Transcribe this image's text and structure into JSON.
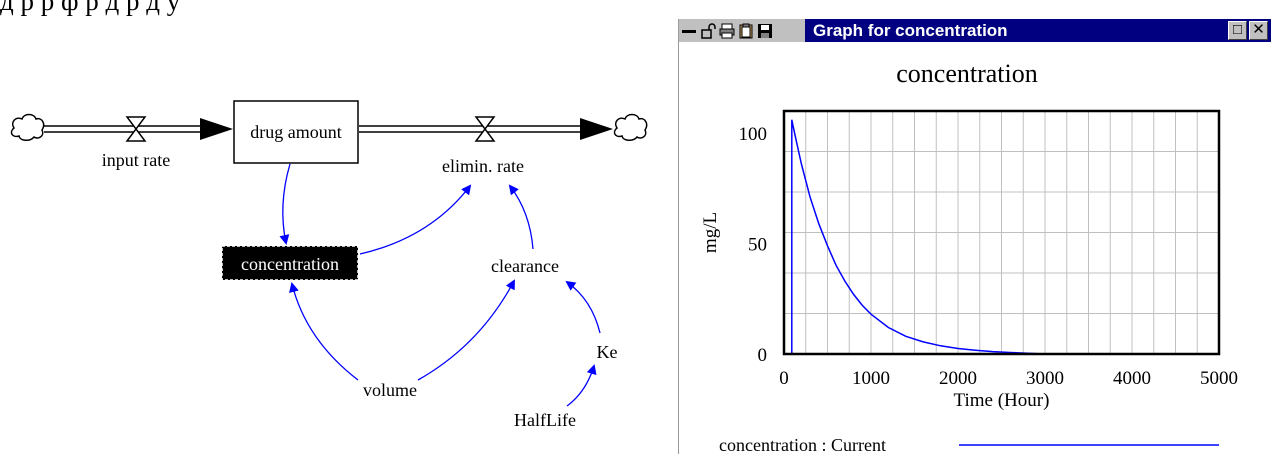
{
  "top_text": "д        р   р ф р                 д                р      д      у",
  "diagram": {
    "stock": {
      "label": "drug amount"
    },
    "flows": [
      {
        "label": "input rate"
      },
      {
        "label": "elimin. rate"
      }
    ],
    "auxiliaries": {
      "concentration": "concentration",
      "clearance": "clearance",
      "volume": "volume",
      "ke": "Ke",
      "halflife": "HalfLife"
    },
    "colors": {
      "link": "#0000ff",
      "highlight_bg": "#000000",
      "highlight_text": "#ffffff"
    }
  },
  "graph_window": {
    "title": "Graph for concentration",
    "toolbar_icons": [
      "minimize-dash-icon",
      "lock-icon",
      "print-icon",
      "clipboard-icon",
      "save-icon"
    ],
    "buttons": {
      "maximize": "□",
      "close": "✕"
    },
    "colors": {
      "title_bg": "#000080",
      "series": "#0000ff"
    }
  },
  "chart_data": {
    "type": "line",
    "title": "concentration",
    "xlabel": "Time (Hour)",
    "ylabel": "mg/L",
    "xlim": [
      0,
      5000
    ],
    "ylim": [
      0,
      110
    ],
    "xticks": [
      0,
      1000,
      2000,
      3000,
      4000,
      5000
    ],
    "yticks": [
      0,
      50,
      100
    ],
    "grid": true,
    "legend_position": "bottom",
    "series": [
      {
        "name": "concentration : Current",
        "x": [
          0,
          90,
          90,
          100,
          150,
          200,
          300,
          400,
          500,
          600,
          700,
          800,
          900,
          1000,
          1200,
          1400,
          1600,
          1800,
          2000,
          2200,
          2400,
          2600,
          2700,
          3000,
          3500,
          4000,
          4500,
          5000
        ],
        "y": [
          0,
          0,
          106,
          104,
          95,
          86,
          71,
          59,
          49,
          40,
          33,
          27,
          22,
          18,
          12,
          8,
          5.5,
          3.7,
          2.5,
          1.7,
          1.1,
          0.7,
          0.5,
          0,
          0,
          0,
          0,
          0
        ]
      }
    ]
  }
}
